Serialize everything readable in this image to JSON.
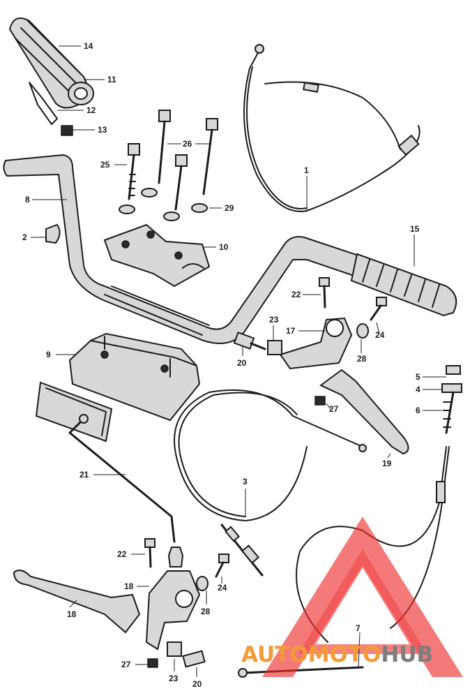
{
  "diagram": {
    "callouts": [
      {
        "id": "c14a",
        "label": "14"
      },
      {
        "id": "c11",
        "label": "11"
      },
      {
        "id": "c12",
        "label": "12"
      },
      {
        "id": "c13",
        "label": "13"
      },
      {
        "id": "c8",
        "label": "8"
      },
      {
        "id": "c2",
        "label": "2"
      },
      {
        "id": "c25",
        "label": "25"
      },
      {
        "id": "c26",
        "label": "26"
      },
      {
        "id": "c29",
        "label": "29"
      },
      {
        "id": "c1",
        "label": "1"
      },
      {
        "id": "c10",
        "label": "10"
      },
      {
        "id": "c15",
        "label": "15"
      },
      {
        "id": "c22a",
        "label": "22"
      },
      {
        "id": "c17",
        "label": "17"
      },
      {
        "id": "c23a",
        "label": "23"
      },
      {
        "id": "c24a",
        "label": "24"
      },
      {
        "id": "c28a",
        "label": "28"
      },
      {
        "id": "c20a",
        "label": "20"
      },
      {
        "id": "c9",
        "label": "9"
      },
      {
        "id": "c27a",
        "label": "27"
      },
      {
        "id": "c5",
        "label": "5"
      },
      {
        "id": "c4",
        "label": "4"
      },
      {
        "id": "c6",
        "label": "6"
      },
      {
        "id": "c19",
        "label": "19"
      },
      {
        "id": "c21",
        "label": "21"
      },
      {
        "id": "c3",
        "label": "3"
      },
      {
        "id": "c22b",
        "label": "22"
      },
      {
        "id": "c18",
        "label": "18"
      },
      {
        "id": "c16",
        "label": "18"
      },
      {
        "id": "c24b",
        "label": "24"
      },
      {
        "id": "c28b",
        "label": "28"
      },
      {
        "id": "c27b",
        "label": "27"
      },
      {
        "id": "c23b",
        "label": "23"
      },
      {
        "id": "c20b",
        "label": "20"
      },
      {
        "id": "c7",
        "label": "7"
      }
    ]
  },
  "watermark": {
    "part1": "AUTOMOTO",
    "part2": "HUB",
    "color1": "#f39a3a",
    "color2": "#7d7d7d",
    "logo_color": "#ee2f2f"
  }
}
